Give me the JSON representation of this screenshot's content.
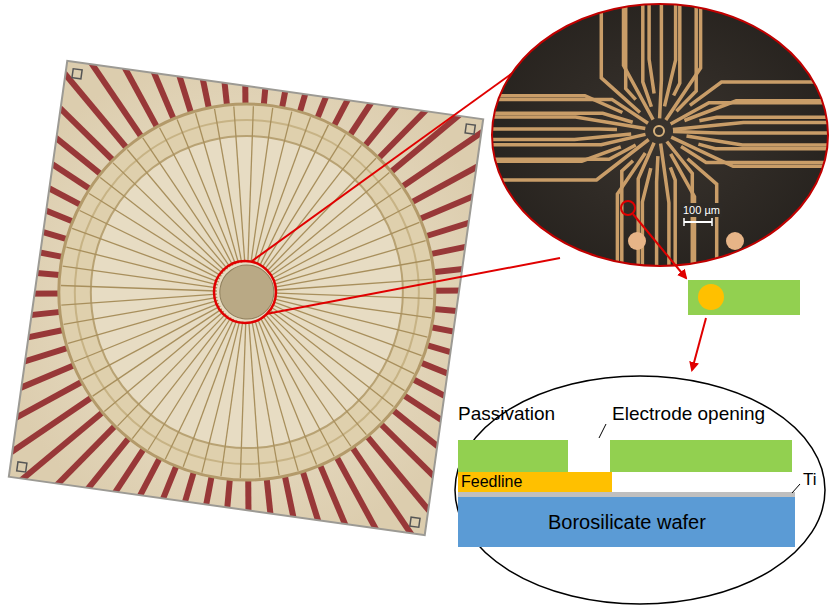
{
  "diagram": {
    "nodes": [
      {
        "text": [
          "Electrode opening",
          "Ti"
        ]
      },
      {
        "text": [
          "Passivation"
        ],
        "in": 0
      },
      {
        "text": [
          "Feedline"
        ],
        "in": 0
      },
      {
        "text": [
          "Borosilicate wafer"
        ],
        "in": 0
      }
    ],
    "labels": [
      "100 µm"
    ]
  }
}
